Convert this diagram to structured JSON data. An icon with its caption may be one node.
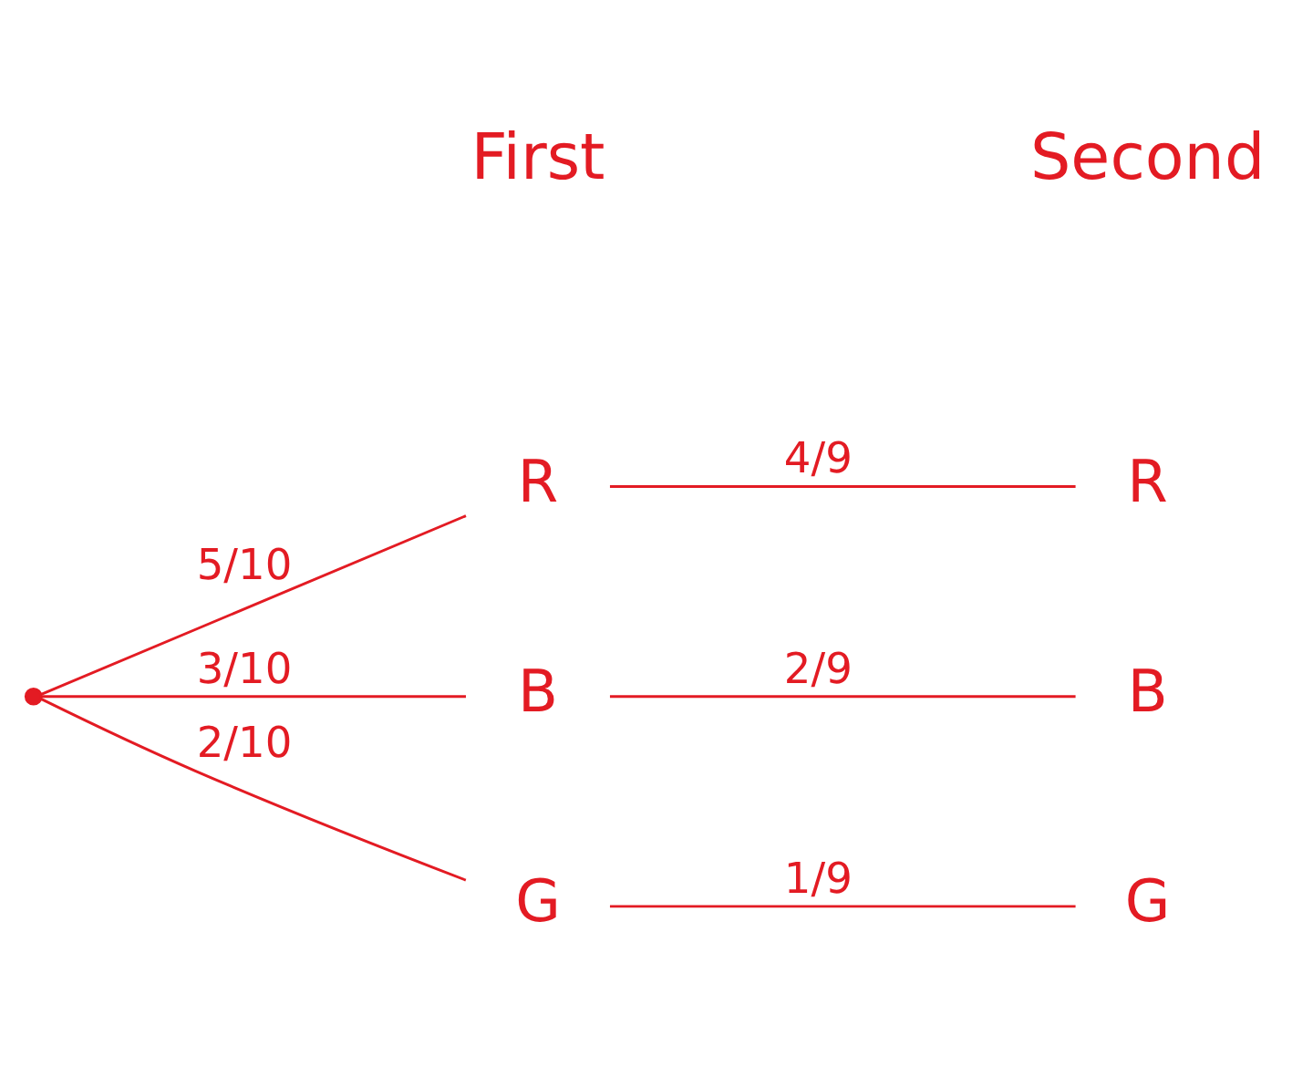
{
  "diagram": {
    "nodes": [
      {
        "text": [],
        "shape": "point"
      },
      {
        "text": [
          "R"
        ]
      },
      {
        "text": [
          "B"
        ]
      },
      {
        "text": [
          "G"
        ]
      },
      {
        "text": [
          "R"
        ]
      },
      {
        "text": [
          "B"
        ]
      },
      {
        "text": [
          "G"
        ]
      }
    ],
    "edges": [
      {
        "from": 0,
        "to": 1,
        "arrow": "none",
        "label": "5/10"
      },
      {
        "from": 0,
        "to": 2,
        "arrow": "none",
        "label": "3/10"
      },
      {
        "from": 0,
        "to": 3,
        "arrow": "none",
        "label": "2/10"
      },
      {
        "from": 1,
        "to": 4,
        "arrow": "none",
        "label": "4/9"
      },
      {
        "from": 2,
        "to": 5,
        "arrow": "none",
        "label": "2/9"
      },
      {
        "from": 3,
        "to": 6,
        "arrow": "none",
        "label": "1/9"
      }
    ],
    "labels": [
      "First",
      "Second"
    ]
  }
}
